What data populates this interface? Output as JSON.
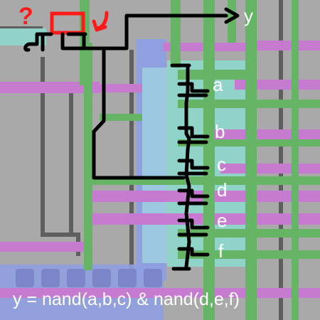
{
  "output_label": "y",
  "input_labels": [
    "a",
    "b",
    "c",
    "d",
    "e",
    "f"
  ],
  "annotation_question": "?",
  "formula": "y = nand(a,b,c) & nand(d,e,f)",
  "colors": {
    "background": "#a9a9a9",
    "poly_green": "#66b566",
    "metal_magenta": "#c77bd0",
    "metal_blue": "#8f9fe0",
    "diffusion_cyan": "#8fd3c9",
    "dark_trace": "#5f5f5f",
    "wire_black": "#000000",
    "mark_red": "#ff1a1a",
    "label_white": "#ffffff"
  }
}
